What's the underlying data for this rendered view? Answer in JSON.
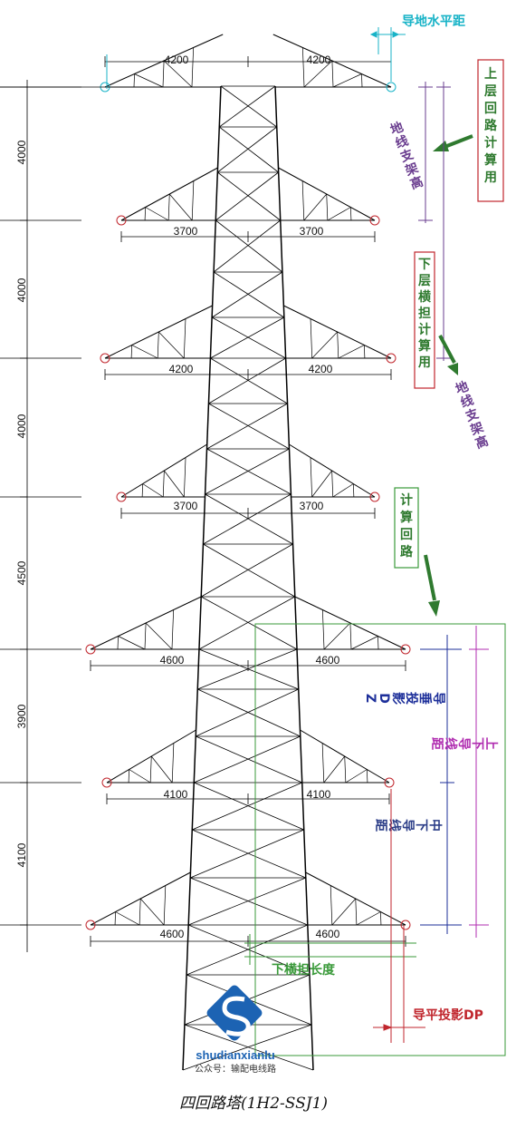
{
  "diagram": {
    "caption": "四回路塔(1H2-SSJ1)",
    "arm_dims": [
      {
        "left": "4200",
        "right": "4200"
      },
      {
        "left": "3700",
        "right": "3700"
      },
      {
        "left": "4200",
        "right": "4200"
      },
      {
        "left": "3700",
        "right": "3700"
      },
      {
        "left": "4600",
        "right": "4600"
      },
      {
        "left": "4100",
        "right": "4100"
      },
      {
        "left": "4600",
        "right": "4600"
      }
    ],
    "level_dims": [
      "4000",
      "4000",
      "4000",
      "4500",
      "3900",
      "4100"
    ],
    "labels": {
      "ground_horizontal": "导地水平距",
      "upper_loop_calc": "上层回路计算用",
      "gw_support_height_1": "地线支架高",
      "lower_crossarm_calc": "下层横担计算用",
      "gw_support_height_2": "地线支架高",
      "calc_loop": "计算回路",
      "vertical_projection": "导垂投影DZ",
      "upper_lower_spacing": "上下导线距",
      "middle_lower_spacing": "中下导线距",
      "lower_crossarm_length": "下横担长度",
      "horizontal_projection": "导平投影DP"
    },
    "colors": {
      "structure": "#000000",
      "red": "#c0262d",
      "purple": "#6a3d8f",
      "green": "#3a9a3a",
      "dark_green": "#2f7a2f",
      "cyan": "#18b3c7",
      "blue": "#1d2f9a",
      "magenta": "#b02cb0",
      "navy": "#2c3e88"
    }
  },
  "logo": {
    "name": "shudianxianlu",
    "subtitle": "公众号：输配电线路",
    "icon": "s-logo-icon"
  }
}
